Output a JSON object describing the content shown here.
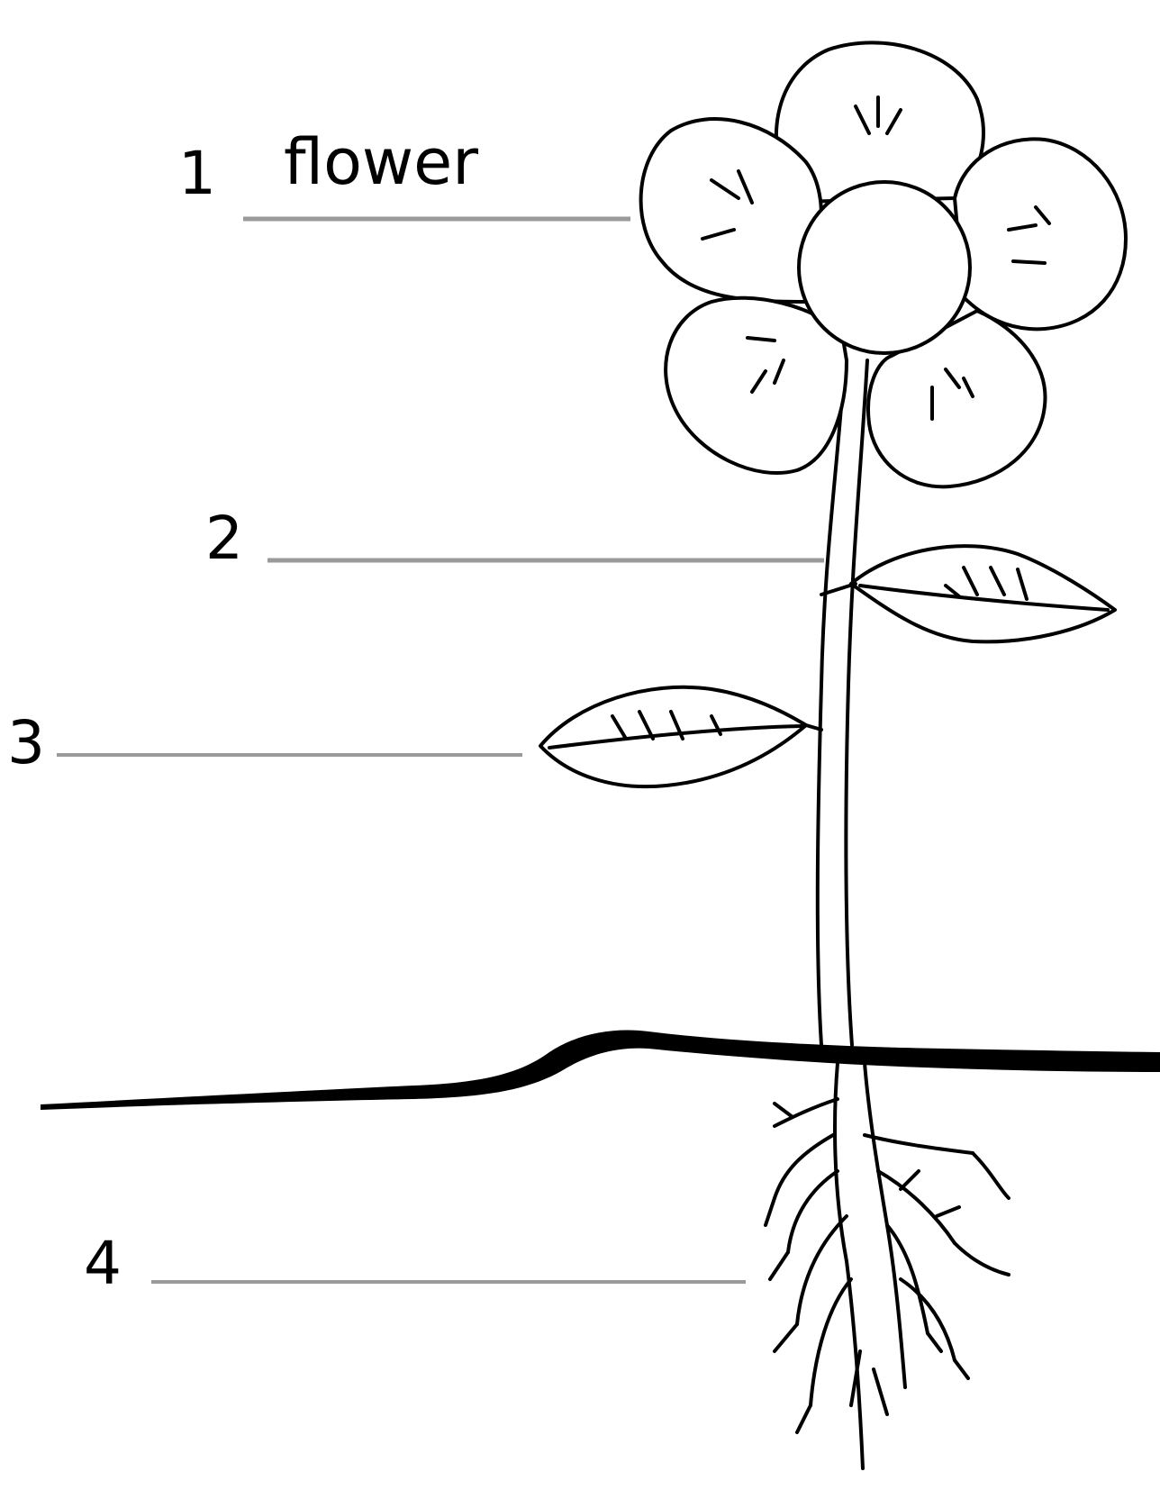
{
  "labels": [
    {
      "number": "1",
      "answer": "flower"
    },
    {
      "number": "2",
      "answer": ""
    },
    {
      "number": "3",
      "answer": ""
    },
    {
      "number": "4",
      "answer": ""
    }
  ],
  "colors": {
    "ink": "#000000",
    "leader_line": "#9a9a9a",
    "background": "#ffffff"
  }
}
